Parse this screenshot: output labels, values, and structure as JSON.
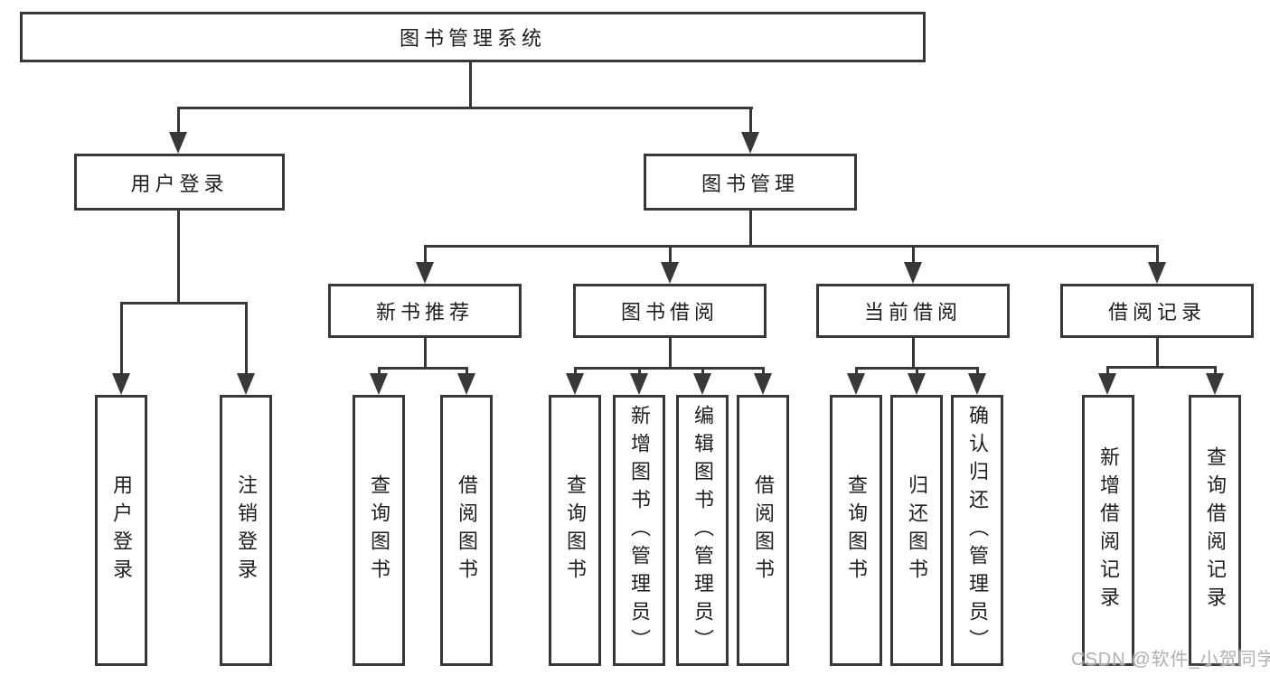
{
  "colors": {
    "line": "#383838",
    "text": "#1e1e1e",
    "background": "#ffffff",
    "watermark": "#b0b0b0"
  },
  "tree": {
    "root": "图书管理系统",
    "branches": [
      {
        "label": "用户登录",
        "children": [
          "用户登录",
          "注销登录"
        ]
      },
      {
        "label": "图书管理",
        "children": [
          {
            "label": "新书推荐",
            "children": [
              "查询图书",
              "借阅图书"
            ]
          },
          {
            "label": "图书借阅",
            "children": [
              "查询图书",
              "新增图书（管理员）",
              "编辑图书（管理员）",
              "借阅图书"
            ]
          },
          {
            "label": "当前借阅",
            "children": [
              "查询图书",
              "归还图书",
              "确认归还（管理员）"
            ]
          },
          {
            "label": "借阅记录",
            "children": [
              "新增借阅记录",
              "查询借阅记录"
            ]
          }
        ]
      }
    ]
  },
  "watermark": {
    "text": "CSDN @软件_小贺同学"
  }
}
